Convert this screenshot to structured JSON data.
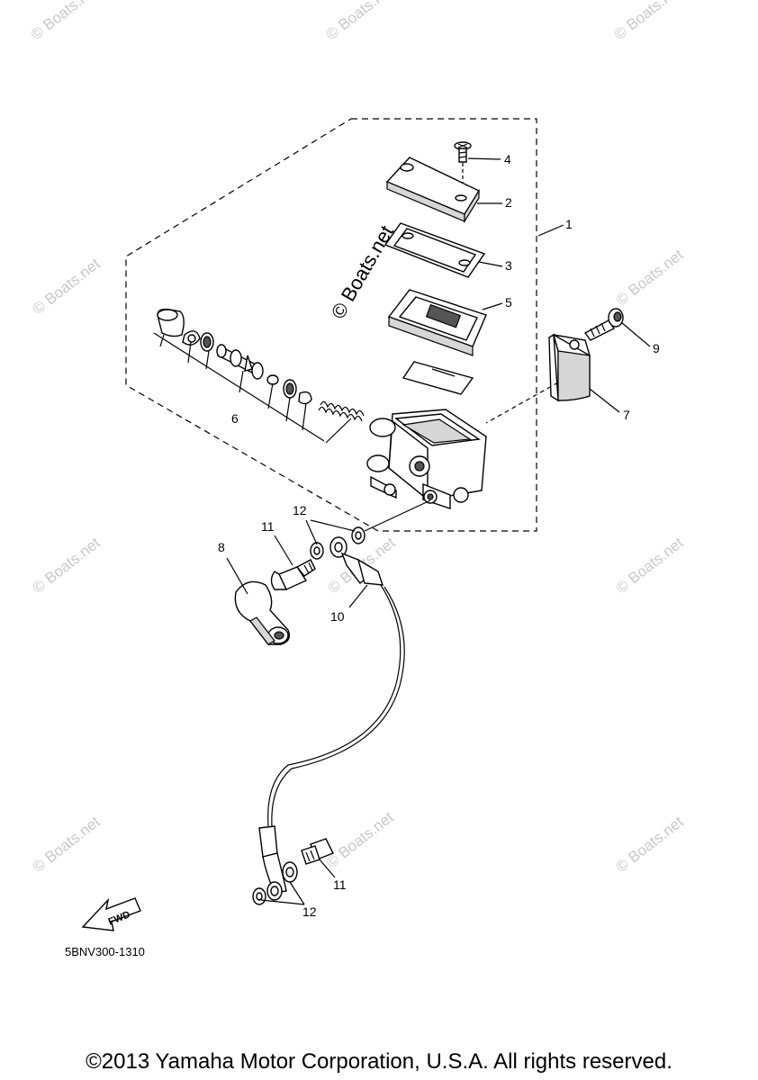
{
  "watermark": {
    "text": "© Boats.net"
  },
  "diagram": {
    "code": "5BNV300-1310",
    "fwd_label": "FWD",
    "callouts": [
      {
        "id": "c1",
        "text": "1"
      },
      {
        "id": "c2",
        "text": "2"
      },
      {
        "id": "c3",
        "text": "3"
      },
      {
        "id": "c4",
        "text": "4"
      },
      {
        "id": "c5",
        "text": "5"
      },
      {
        "id": "c6",
        "text": "6"
      },
      {
        "id": "c7",
        "text": "7"
      },
      {
        "id": "c8",
        "text": "8"
      },
      {
        "id": "c9",
        "text": "9"
      },
      {
        "id": "c10",
        "text": "10"
      },
      {
        "id": "c11a",
        "text": "11"
      },
      {
        "id": "c11b",
        "text": "11"
      },
      {
        "id": "c12a",
        "text": "12"
      },
      {
        "id": "c12b",
        "text": "12"
      }
    ]
  },
  "footer": {
    "copyright": "©2013 Yamaha Motor Corporation, U.S.A. All rights reserved."
  }
}
